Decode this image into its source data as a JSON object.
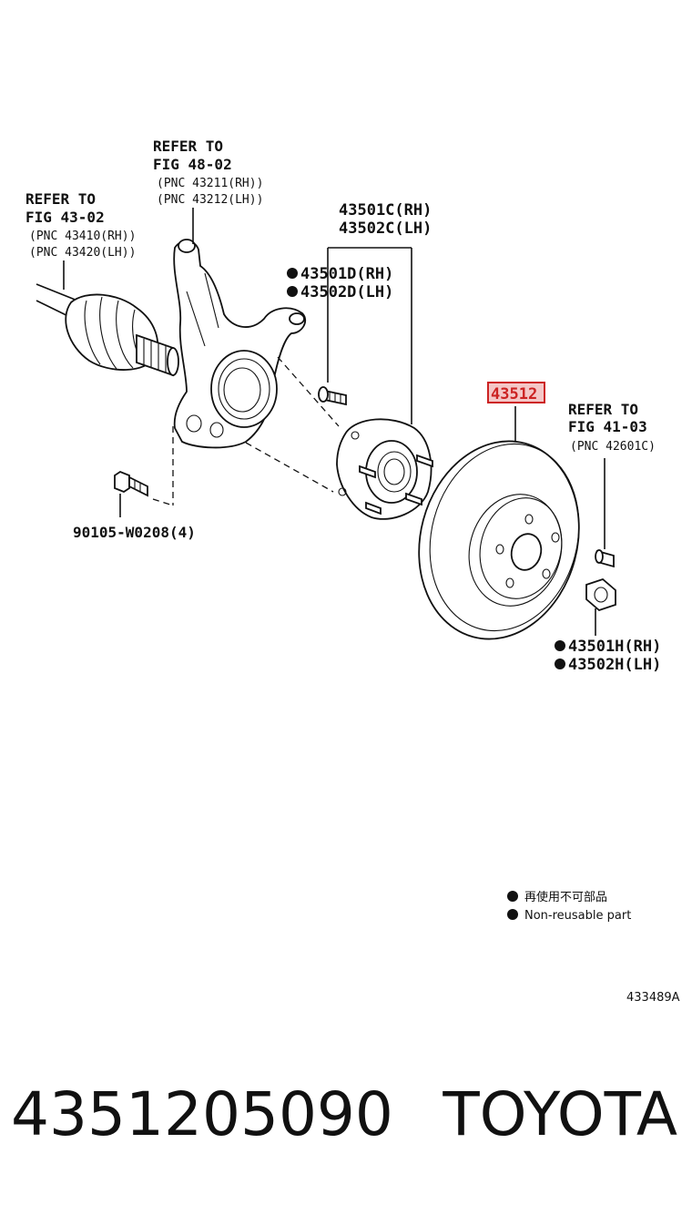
{
  "diagram": {
    "labels": {
      "knuckle_ref": {
        "line1": "REFER TO",
        "line2": "FIG 48-02",
        "line3": "(PNC 43211(RH))",
        "line4": "(PNC 43212(LH))"
      },
      "shaft_ref": {
        "line1": "REFER TO",
        "line2": "FIG 43-02",
        "line3": "(PNC 43410(RH))",
        "line4": "(PNC 43420(LH))"
      },
      "hub_assy": {
        "line1": "43501C(RH)",
        "line2": "43502C(LH)"
      },
      "hub_bolt": {
        "line1": "43501D(RH)",
        "line2": "43502D(LH)"
      },
      "rotor_highlight": "43512",
      "stud_ref": {
        "line1": "REFER TO",
        "line2": "FIG 41-03",
        "line3": "(PNC 42601C)"
      },
      "nut": {
        "line1": "43501H(RH)",
        "line2": "43502H(LH)"
      },
      "bolt": "90105-W0208(4)"
    },
    "legend": {
      "line1": "再使用不可部品",
      "line2": "Non-reusable part"
    },
    "illustration_code": "433489A",
    "highlight_color": "#cc2222"
  },
  "footer": {
    "part_number": "4351205090",
    "brand": "TOYOTA"
  }
}
